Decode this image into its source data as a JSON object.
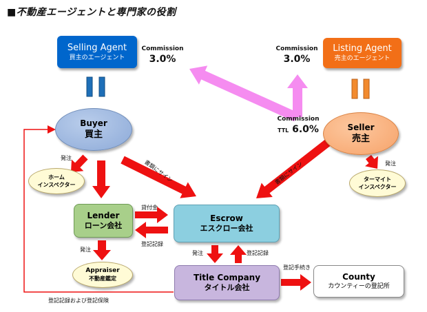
{
  "title": "■不動産エージェントと専門家の役割",
  "selling_agent": {
    "en": "Selling Agent",
    "ja": "買主のエージェント",
    "color": "#0066CC"
  },
  "listing_agent": {
    "en": "Listing Agent",
    "ja": "売主のエージェント",
    "color": "#F26F17"
  },
  "commission_selling": {
    "label": "Commission",
    "value": "3.0%"
  },
  "commission_listing": {
    "label": "Commission",
    "value": "3.0%"
  },
  "commission_total": {
    "label": "Commission",
    "prefix": "TTL",
    "value": "6.0%"
  },
  "buyer": {
    "en": "Buyer",
    "ja": "買主"
  },
  "seller": {
    "en": "Seller",
    "ja": "売主"
  },
  "home_inspector": {
    "l1": "ホーム",
    "l2": "インスペクター"
  },
  "termite_inspector": {
    "l1": "ターマイト",
    "l2": "インスペクター"
  },
  "lender": {
    "en": "Lender",
    "ja": "ローン会社"
  },
  "escrow": {
    "en": "Escrow",
    "ja": "エスクロー会社"
  },
  "appraiser": {
    "en": "Appraiser",
    "ja": "不動産鑑定"
  },
  "title_company": {
    "en": "Title Company",
    "ja": "タイトル会社"
  },
  "county": {
    "en": "County",
    "ja": "カウンティーの登記所"
  },
  "labels": {
    "order_buyer": "発注",
    "order_seller": "発注",
    "order_lender": "発注",
    "order_escrow": "発注",
    "sign_buyer": "書類にサイン",
    "sign_seller": "書類にサイン",
    "loan": "貸付金",
    "registry_lender": "登記記録",
    "registry_title": "登記記録",
    "registration_procedure": "登記手続き",
    "registry_insurance": "登記記録および登記保険"
  },
  "colors": {
    "red_arrow": "#EE1111",
    "pink_arrow": "#F58CF0",
    "agent_bar_selling": "#1E6FB8",
    "agent_bar_listing": "#F28A2E",
    "buyer_fill": "#8DAAD8",
    "seller_fill": "#F7A36A",
    "inspector_fill": "#FFFBD6",
    "lender_fill": "#A8CF8A",
    "escrow_fill": "#8CCFE0",
    "title_fill": "#C8B6DE",
    "county_fill": "#FFFFFF"
  }
}
